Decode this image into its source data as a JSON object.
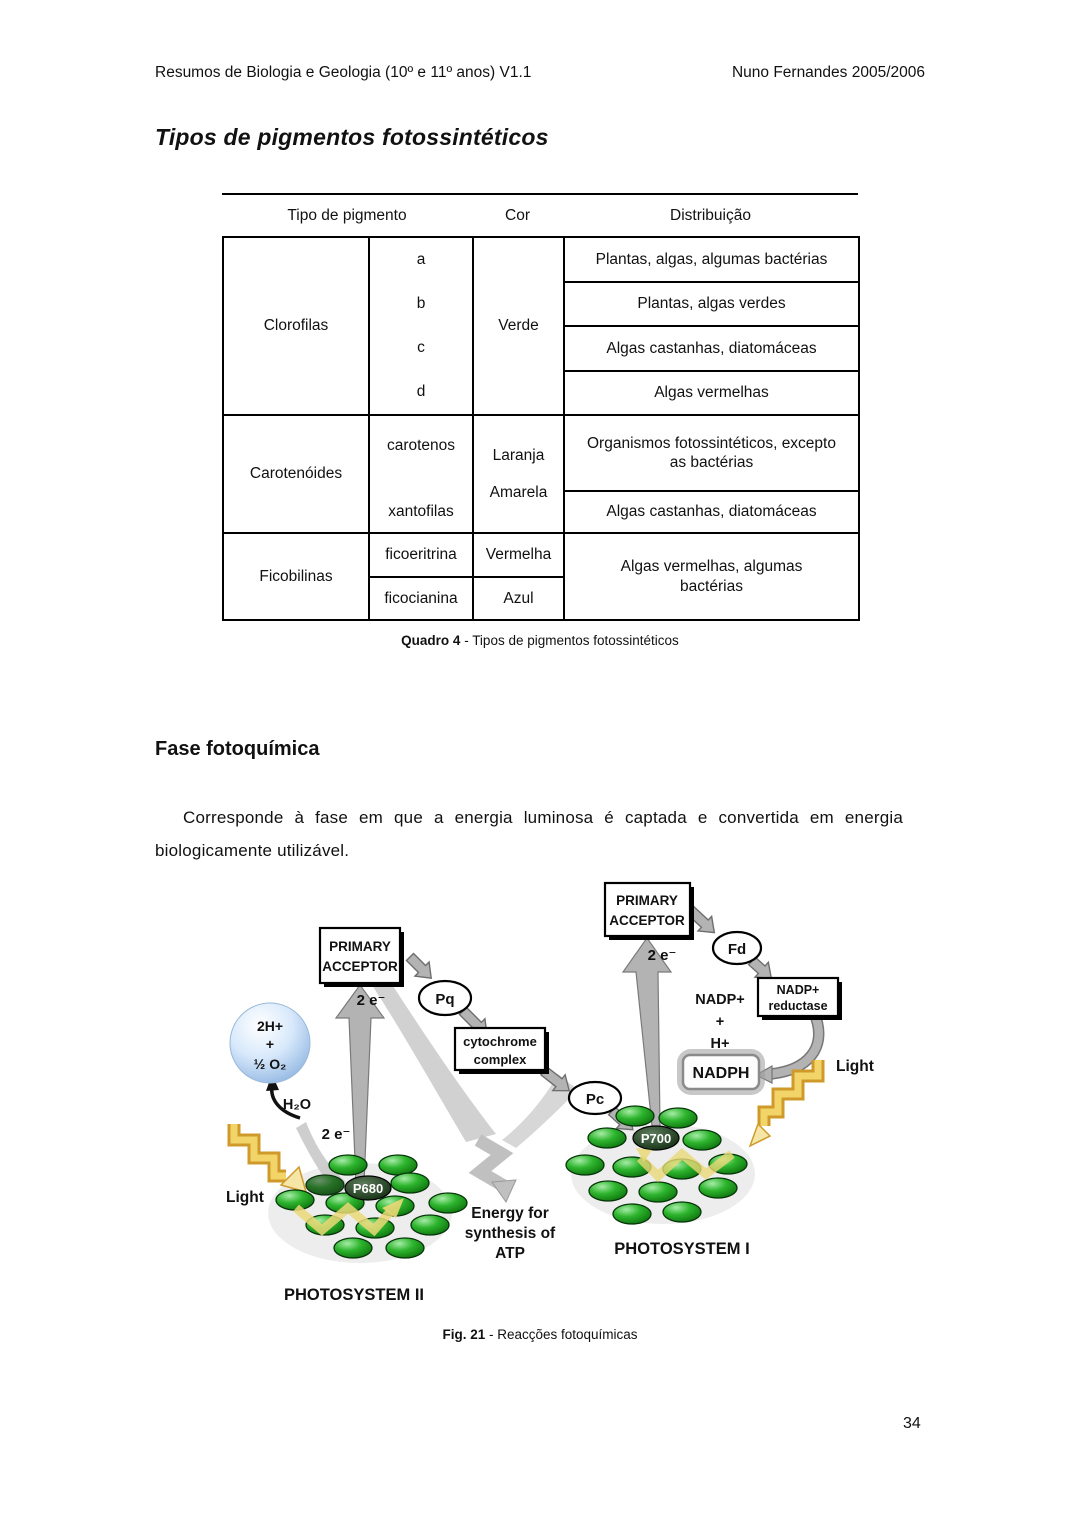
{
  "page": {
    "header_left": "Resumos de Biologia e Geologia (10º e 11º anos) V1.1",
    "header_right": "Nuno Fernandes 2005/2006",
    "page_number": "34"
  },
  "title": "Tipos de pigmentos fotossintéticos",
  "pigment_table": {
    "headers": {
      "tipo": "Tipo de pigmento",
      "cor": "Cor",
      "dist": "Distribuição"
    },
    "clorofilas": {
      "name": "Clorofilas",
      "cor": "Verde",
      "subs": [
        "a",
        "b",
        "c",
        "d"
      ],
      "dists": [
        "Plantas, algas, algumas bactérias",
        "Plantas, algas verdes",
        "Algas castanhas, diatomáceas",
        "Algas vermelhas"
      ]
    },
    "carotenoides": {
      "name": "Carotenóides",
      "subs": [
        "carotenos",
        "xantofilas"
      ],
      "cor": [
        "Laranja",
        "Amarela"
      ],
      "dists": [
        "Organismos fotossintéticos, excepto as bactérias",
        "Algas castanhas, diatomáceas"
      ]
    },
    "ficobilinas": {
      "name": "Ficobilinas",
      "subs": [
        "ficoeritrina",
        "ficocianina"
      ],
      "cors": [
        "Vermelha",
        "Azul"
      ],
      "dist": "Algas vermelhas, algumas bactérias"
    },
    "caption_label": "Quadro 4",
    "caption_text": " - Tipos de pigmentos fotossintéticos"
  },
  "section": {
    "heading": "Fase fotoquímica",
    "paragraph": "Corresponde à fase em que a energia luminosa é captada e convertida em energia biologicamente utilizável."
  },
  "figure": {
    "caption_label": "Fig. 21",
    "caption_text": " - Reacções fotoquímicas",
    "labels": {
      "primary_acceptor_line1": "PRIMARY",
      "primary_acceptor_line2": "ACCEPTOR",
      "electrons": "2 e⁻",
      "pq": "Pq",
      "cytochrome_line1": "cytochrome",
      "cytochrome_line2": "complex",
      "pc": "Pc",
      "fd": "Fd",
      "reductase_line1": "NADP+",
      "reductase_line2": "reductase",
      "nadp": "NADP+",
      "plus": "+",
      "hplus": "H+",
      "nadph": "NADPH",
      "light": "Light",
      "p680": "P680",
      "p700": "P700",
      "energy_line1": "Energy for",
      "energy_line2": "synthesis of",
      "energy_line3": "ATP",
      "photosystem2": "PHOTOSYSTEM II",
      "photosystem1": "PHOTOSYSTEM I",
      "oxygen_line1": "2H+",
      "oxygen_line2": "+",
      "oxygen_line3": "½ O₂",
      "water": "H₂O"
    },
    "colors": {
      "chlorophyll_green": "#2eb52e",
      "reaction_center_dark": "#0e2a0c",
      "light_yellow": "#f2d469",
      "light_outline": "#cf9a2a",
      "arrow_gray": "#b3b3b3",
      "sphere_blue": "#90b6e2"
    }
  }
}
